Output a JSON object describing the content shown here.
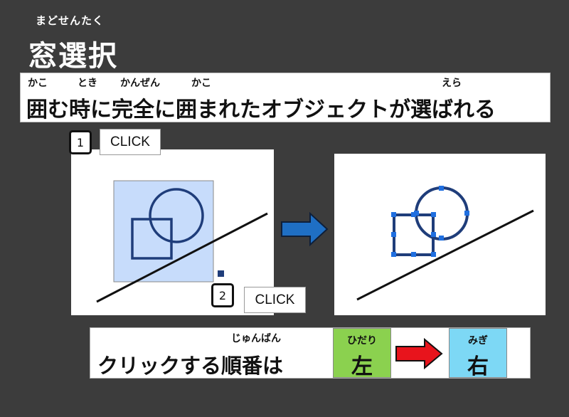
{
  "title": {
    "furigana": "まどせんたく",
    "text": "窓選択"
  },
  "banner": {
    "text": "囲む時に完全に囲まれたオブジェクトが選ばれる",
    "ruby": [
      {
        "reading": "かこ"
      },
      {
        "reading": "とき"
      },
      {
        "reading": "かんぜん"
      },
      {
        "reading": "かこ"
      },
      {
        "reading": "えら"
      }
    ]
  },
  "steps": [
    {
      "number": "1",
      "action": "CLICK"
    },
    {
      "number": "2",
      "action": "CLICK"
    }
  ],
  "order": {
    "furigana": "じゅんばん",
    "text": "クリックする順番は",
    "left": {
      "furigana": "ひだり",
      "label": "左"
    },
    "right": {
      "furigana": "みぎ",
      "label": "右"
    }
  },
  "colors": {
    "background": "#3c3c3c",
    "selection_fill": "#c7dcfb",
    "shape_stroke": "#1f3d7a",
    "arrow_blue": "#1f6fc4",
    "arrow_red": "#e8141c",
    "left_box": "#8bd14f",
    "right_box": "#7dd8f5",
    "handle": "#1f6fe0"
  }
}
